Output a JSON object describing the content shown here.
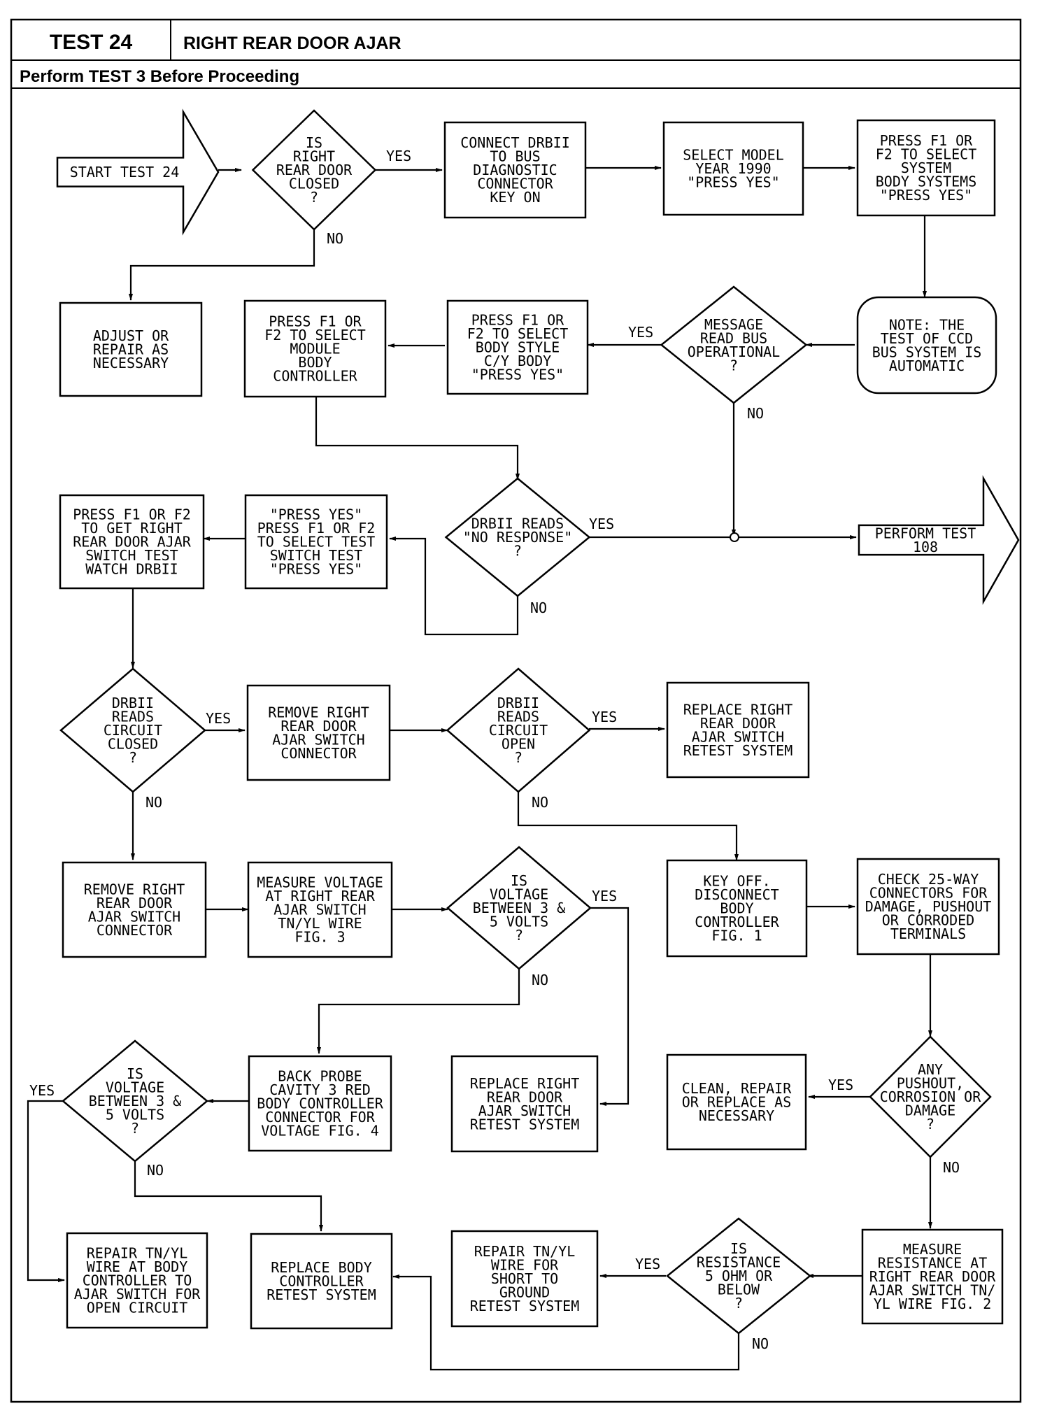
{
  "header": {
    "test_number": "TEST 24",
    "title": "RIGHT REAR DOOR AJAR",
    "prerequisite": "Perform TEST 3 Before Proceeding"
  },
  "nodes": {
    "start": {
      "lines": [
        "START TEST 24"
      ]
    },
    "d_closed": {
      "lines": [
        "IS",
        "RIGHT",
        "REAR DOOR",
        "CLOSED",
        "?"
      ]
    },
    "connect": {
      "lines": [
        "CONNECT DRBII",
        "TO BUS",
        "DIAGNOSTIC",
        "CONNECTOR",
        "KEY ON"
      ]
    },
    "select_year": {
      "lines": [
        "SELECT MODEL",
        "YEAR 1990",
        "\"PRESS YES\""
      ]
    },
    "select_system": {
      "lines": [
        "PRESS F1 OR",
        "F2 TO SELECT",
        "SYSTEM",
        "BODY SYSTEMS",
        "\"PRESS YES\""
      ]
    },
    "adjust": {
      "lines": [
        "ADJUST OR",
        "REPAIR AS",
        "NECESSARY"
      ]
    },
    "select_module": {
      "lines": [
        "PRESS F1 OR",
        "F2 TO SELECT",
        "MODULE",
        "BODY",
        "CONTROLLER"
      ]
    },
    "select_style": {
      "lines": [
        "PRESS F1 OR",
        "F2 TO SELECT",
        "BODY STYLE",
        "C/Y BODY",
        "\"PRESS YES\""
      ]
    },
    "d_message": {
      "lines": [
        "MESSAGE",
        "READ BUS",
        "OPERATIONAL",
        "?"
      ]
    },
    "note": {
      "lines": [
        "NOTE: THE",
        "TEST OF CCD",
        "BUS SYSTEM IS",
        "AUTOMATIC"
      ]
    },
    "get_switch": {
      "lines": [
        "PRESS F1 OR F2",
        "TO GET RIGHT",
        "REAR DOOR AJAR",
        "SWITCH TEST",
        "WATCH DRBII"
      ]
    },
    "select_test": {
      "lines": [
        "\"PRESS YES\"",
        "PRESS F1 OR F2",
        "TO SELECT TEST",
        "SWITCH TEST",
        "\"PRESS YES\""
      ]
    },
    "d_no_response": {
      "lines": [
        "DRBII READS",
        "\"NO RESPONSE\"",
        "?"
      ]
    },
    "perform_108": {
      "lines": [
        "PERFORM TEST",
        "108"
      ]
    },
    "d_circuit_closed": {
      "lines": [
        "DRBII",
        "READS",
        "CIRCUIT",
        "CLOSED",
        "?"
      ]
    },
    "remove_connector_1": {
      "lines": [
        "REMOVE RIGHT",
        "REAR DOOR",
        "AJAR SWITCH",
        "CONNECTOR"
      ]
    },
    "d_circuit_open": {
      "lines": [
        "DRBII",
        "READS",
        "CIRCUIT",
        "OPEN",
        "?"
      ]
    },
    "replace_switch_1": {
      "lines": [
        "REPLACE RIGHT",
        "REAR DOOR",
        "AJAR SWITCH",
        "RETEST SYSTEM"
      ]
    },
    "remove_connector_2": {
      "lines": [
        "REMOVE RIGHT",
        "REAR DOOR",
        "AJAR SWITCH",
        "CONNECTOR"
      ]
    },
    "measure_voltage": {
      "lines": [
        "MEASURE VOLTAGE",
        "AT RIGHT REAR",
        "AJAR SWITCH",
        "TN/YL WIRE",
        "FIG. 3"
      ]
    },
    "d_voltage_1": {
      "lines": [
        "IS",
        "VOLTAGE",
        "BETWEEN 3 &",
        "5 VOLTS",
        "?"
      ]
    },
    "key_off": {
      "lines": [
        "KEY OFF.",
        "DISCONNECT",
        "BODY",
        "CONTROLLER",
        "FIG. 1"
      ]
    },
    "check_25way": {
      "lines": [
        "CHECK 25-WAY",
        "CONNECTORS FOR",
        "DAMAGE, PUSHOUT",
        "OR CORRODED",
        "TERMINALS"
      ]
    },
    "d_voltage_2": {
      "lines": [
        "IS",
        "VOLTAGE",
        "BETWEEN 3 &",
        "5 VOLTS",
        "?"
      ]
    },
    "back_probe": {
      "lines": [
        "BACK PROBE",
        "CAVITY 3 RED",
        "BODY CONTROLLER",
        "CONNECTOR FOR",
        "VOLTAGE FIG. 4"
      ]
    },
    "replace_switch_2": {
      "lines": [
        "REPLACE RIGHT",
        "REAR DOOR",
        "AJAR SWITCH",
        "RETEST SYSTEM"
      ]
    },
    "clean_repair": {
      "lines": [
        "CLEAN, REPAIR",
        "OR REPLACE AS",
        "NECESSARY"
      ]
    },
    "d_pushout": {
      "lines": [
        "ANY",
        "PUSHOUT,",
        "CORROSION OR",
        "DAMAGE",
        "?"
      ]
    },
    "repair_open": {
      "lines": [
        "REPAIR TN/YL",
        "WIRE AT BODY",
        "CONTROLLER TO",
        "AJAR SWITCH FOR",
        "OPEN CIRCUIT"
      ]
    },
    "replace_controller": {
      "lines": [
        "REPLACE BODY",
        "CONTROLLER",
        "RETEST SYSTEM"
      ]
    },
    "repair_short": {
      "lines": [
        "REPAIR TN/YL",
        "WIRE FOR",
        "SHORT TO",
        "GROUND",
        "RETEST SYSTEM"
      ]
    },
    "d_resistance": {
      "lines": [
        "IS",
        "RESISTANCE",
        "5 OHM OR",
        "BELOW",
        "?"
      ]
    },
    "measure_resistance": {
      "lines": [
        "MEASURE",
        "RESISTANCE AT",
        "RIGHT REAR DOOR",
        "AJAR SWITCH TN/",
        "YL WIRE FIG. 2"
      ]
    }
  },
  "labels": {
    "yes": "YES",
    "no": "NO"
  }
}
